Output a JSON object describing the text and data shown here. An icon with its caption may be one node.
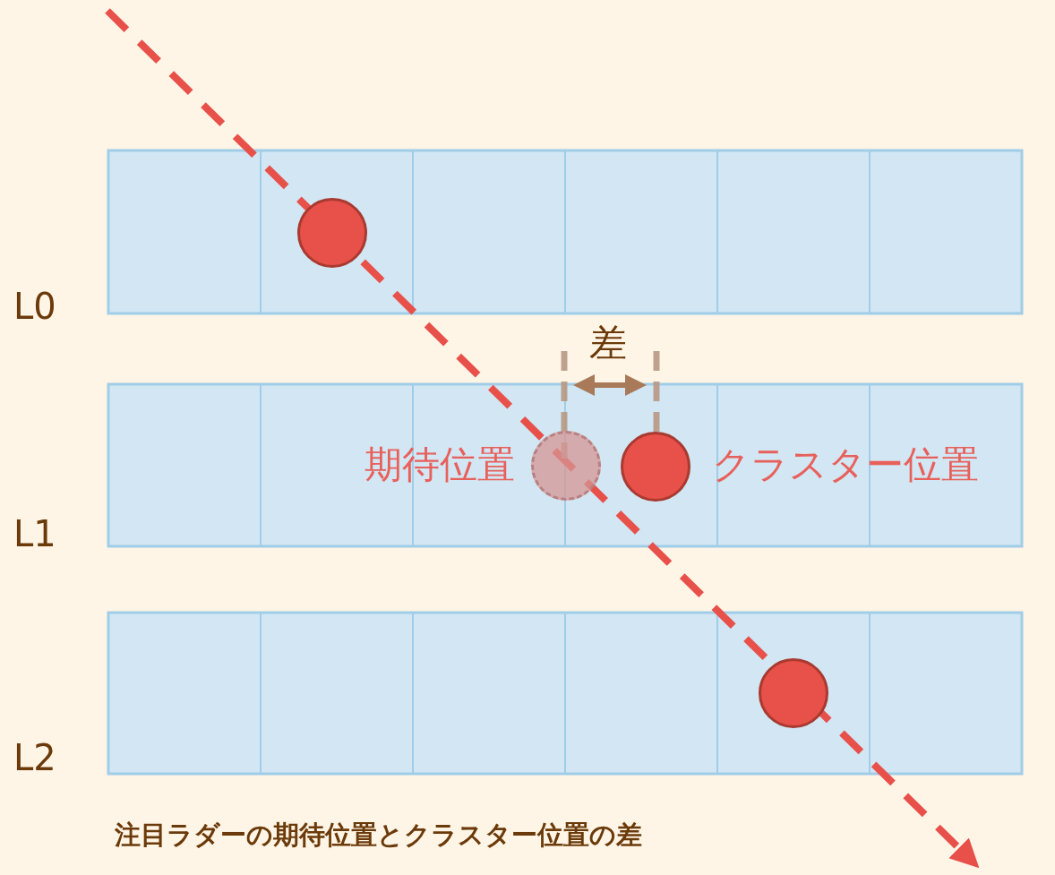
{
  "diagram": {
    "caption": "注目ラダーの期待位置とクラスター位置の差",
    "nodes": [
      {
        "text": [],
        "shape": "circle"
      },
      {
        "text": [],
        "shape": "circle",
        "beside": [
          "期待位置"
        ]
      },
      {
        "text": [],
        "shape": "circle",
        "beside": [
          "クラスター位置"
        ]
      },
      {
        "text": [],
        "shape": "circle"
      }
    ],
    "labels": [
      "L0",
      "差",
      "L1",
      "L2"
    ]
  }
}
